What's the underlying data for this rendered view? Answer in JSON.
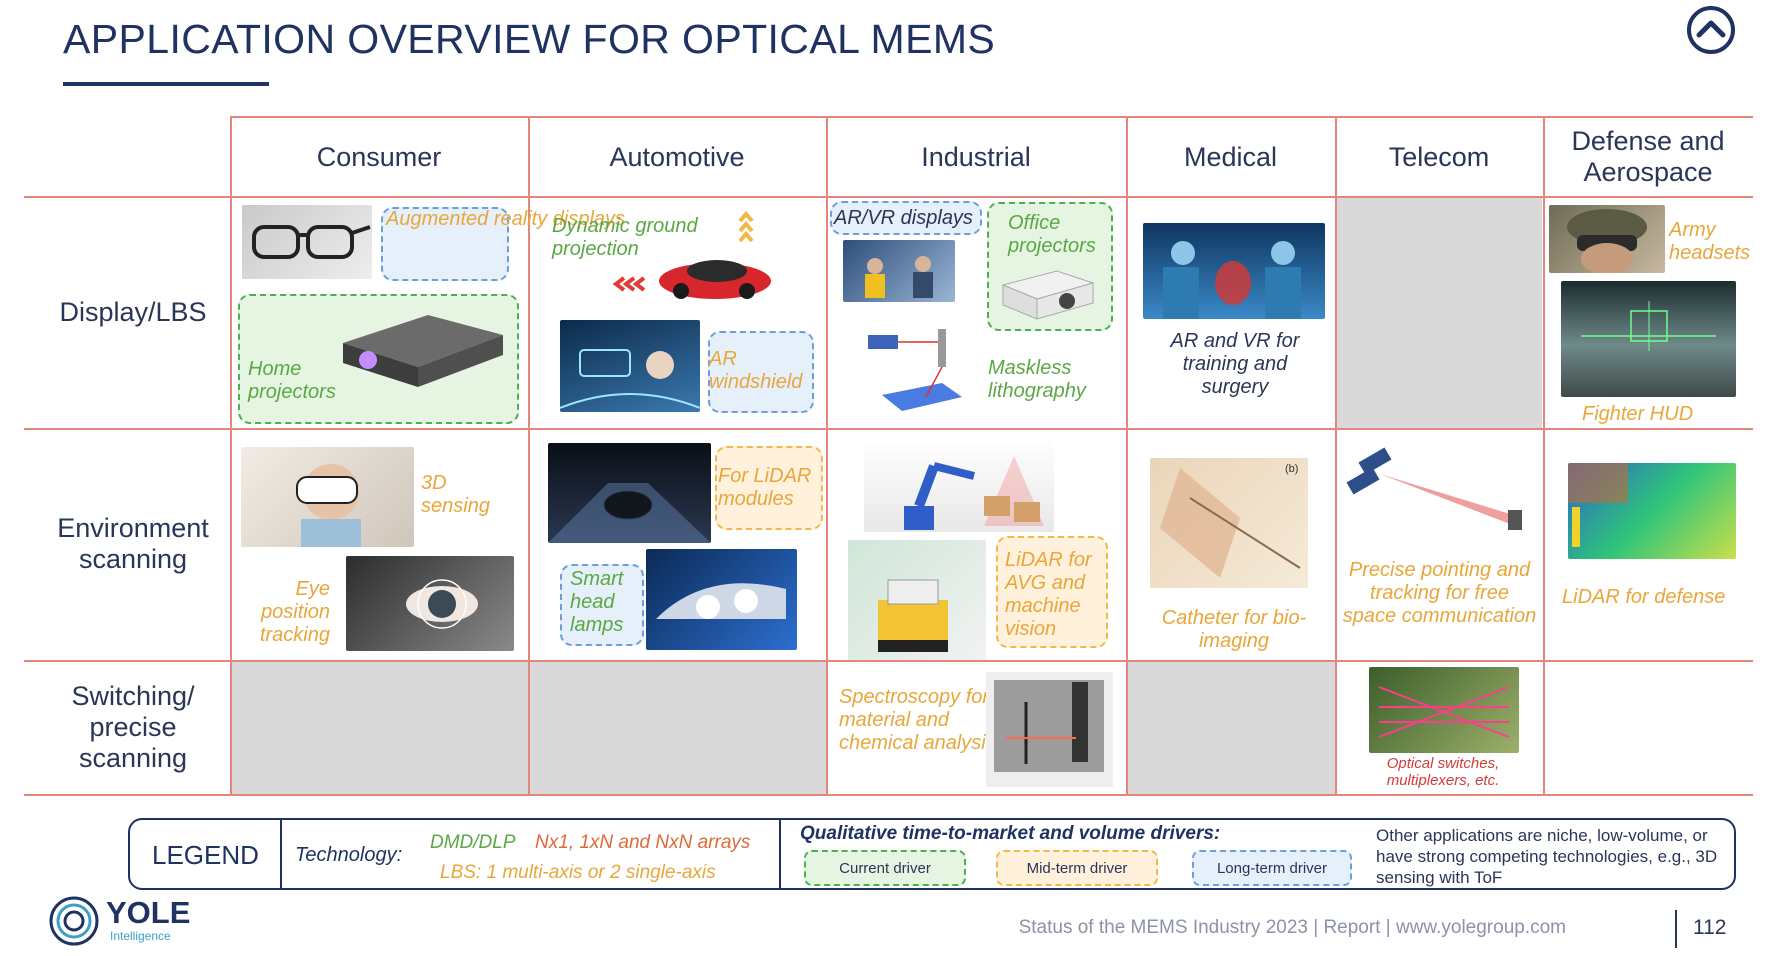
{
  "title": "APPLICATION OVERVIEW FOR OPTICAL MEMS",
  "columns": [
    "Consumer",
    "Automotive",
    "Industrial",
    "Medical",
    "Telecom",
    "Defense and Aerospace"
  ],
  "rows": [
    "Display/LBS",
    "Environment scanning",
    "Switching/ precise scanning"
  ],
  "cells": {
    "consumer_display": [
      "Augmented reality displays",
      "Home projectors"
    ],
    "automotive_display": [
      "Dynamic ground projection",
      "AR windshield"
    ],
    "industrial_display": [
      "AR/VR displays",
      "Office projectors",
      "Maskless lithography"
    ],
    "medical_display": "AR and VR for training and surgery",
    "defense_display": [
      "Army headsets",
      "Fighter HUD"
    ],
    "consumer_env": [
      "3D sensing",
      "Eye position tracking"
    ],
    "automotive_env": [
      "For LiDAR modules",
      "Smart head lamps"
    ],
    "industrial_env": "LiDAR for AVG and machine vision",
    "medical_env": "Catheter for bio-imaging",
    "telecom_env": "Precise pointing and tracking for free space communication",
    "defense_env": "LiDAR for defense",
    "industrial_switch": "Spectroscopy for material and chemical analysis",
    "telecom_switch": "Optical switches, multiplexers, etc."
  },
  "legend": {
    "title": "LEGEND",
    "technology_label": "Technology:",
    "dmd": "DMD/DLP",
    "dmd_arrays": "Nx1, 1xN and NxN arrays",
    "lbs": "LBS: 1 multi-axis or 2 single-axis",
    "drivers_header": "Qualitative time-to-market and volume drivers:",
    "current": "Current driver",
    "midterm": "Mid-term driver",
    "longterm": "Long-term driver",
    "note": "Other applications are niche, low-volume, or have strong competing technologies, e.g., 3D sensing with ToF"
  },
  "footer": {
    "source": "Status of the MEMS Industry 2023 | Report | www.yolegroup.com",
    "page": "112",
    "logo_name": "YOLE",
    "logo_sub": "Intelligence"
  },
  "colors": {
    "navy": "#1f3262",
    "grid": "#e4867c",
    "green": "#5aa845",
    "orange": "#e9a63a",
    "blue": "#4a6fa8"
  }
}
